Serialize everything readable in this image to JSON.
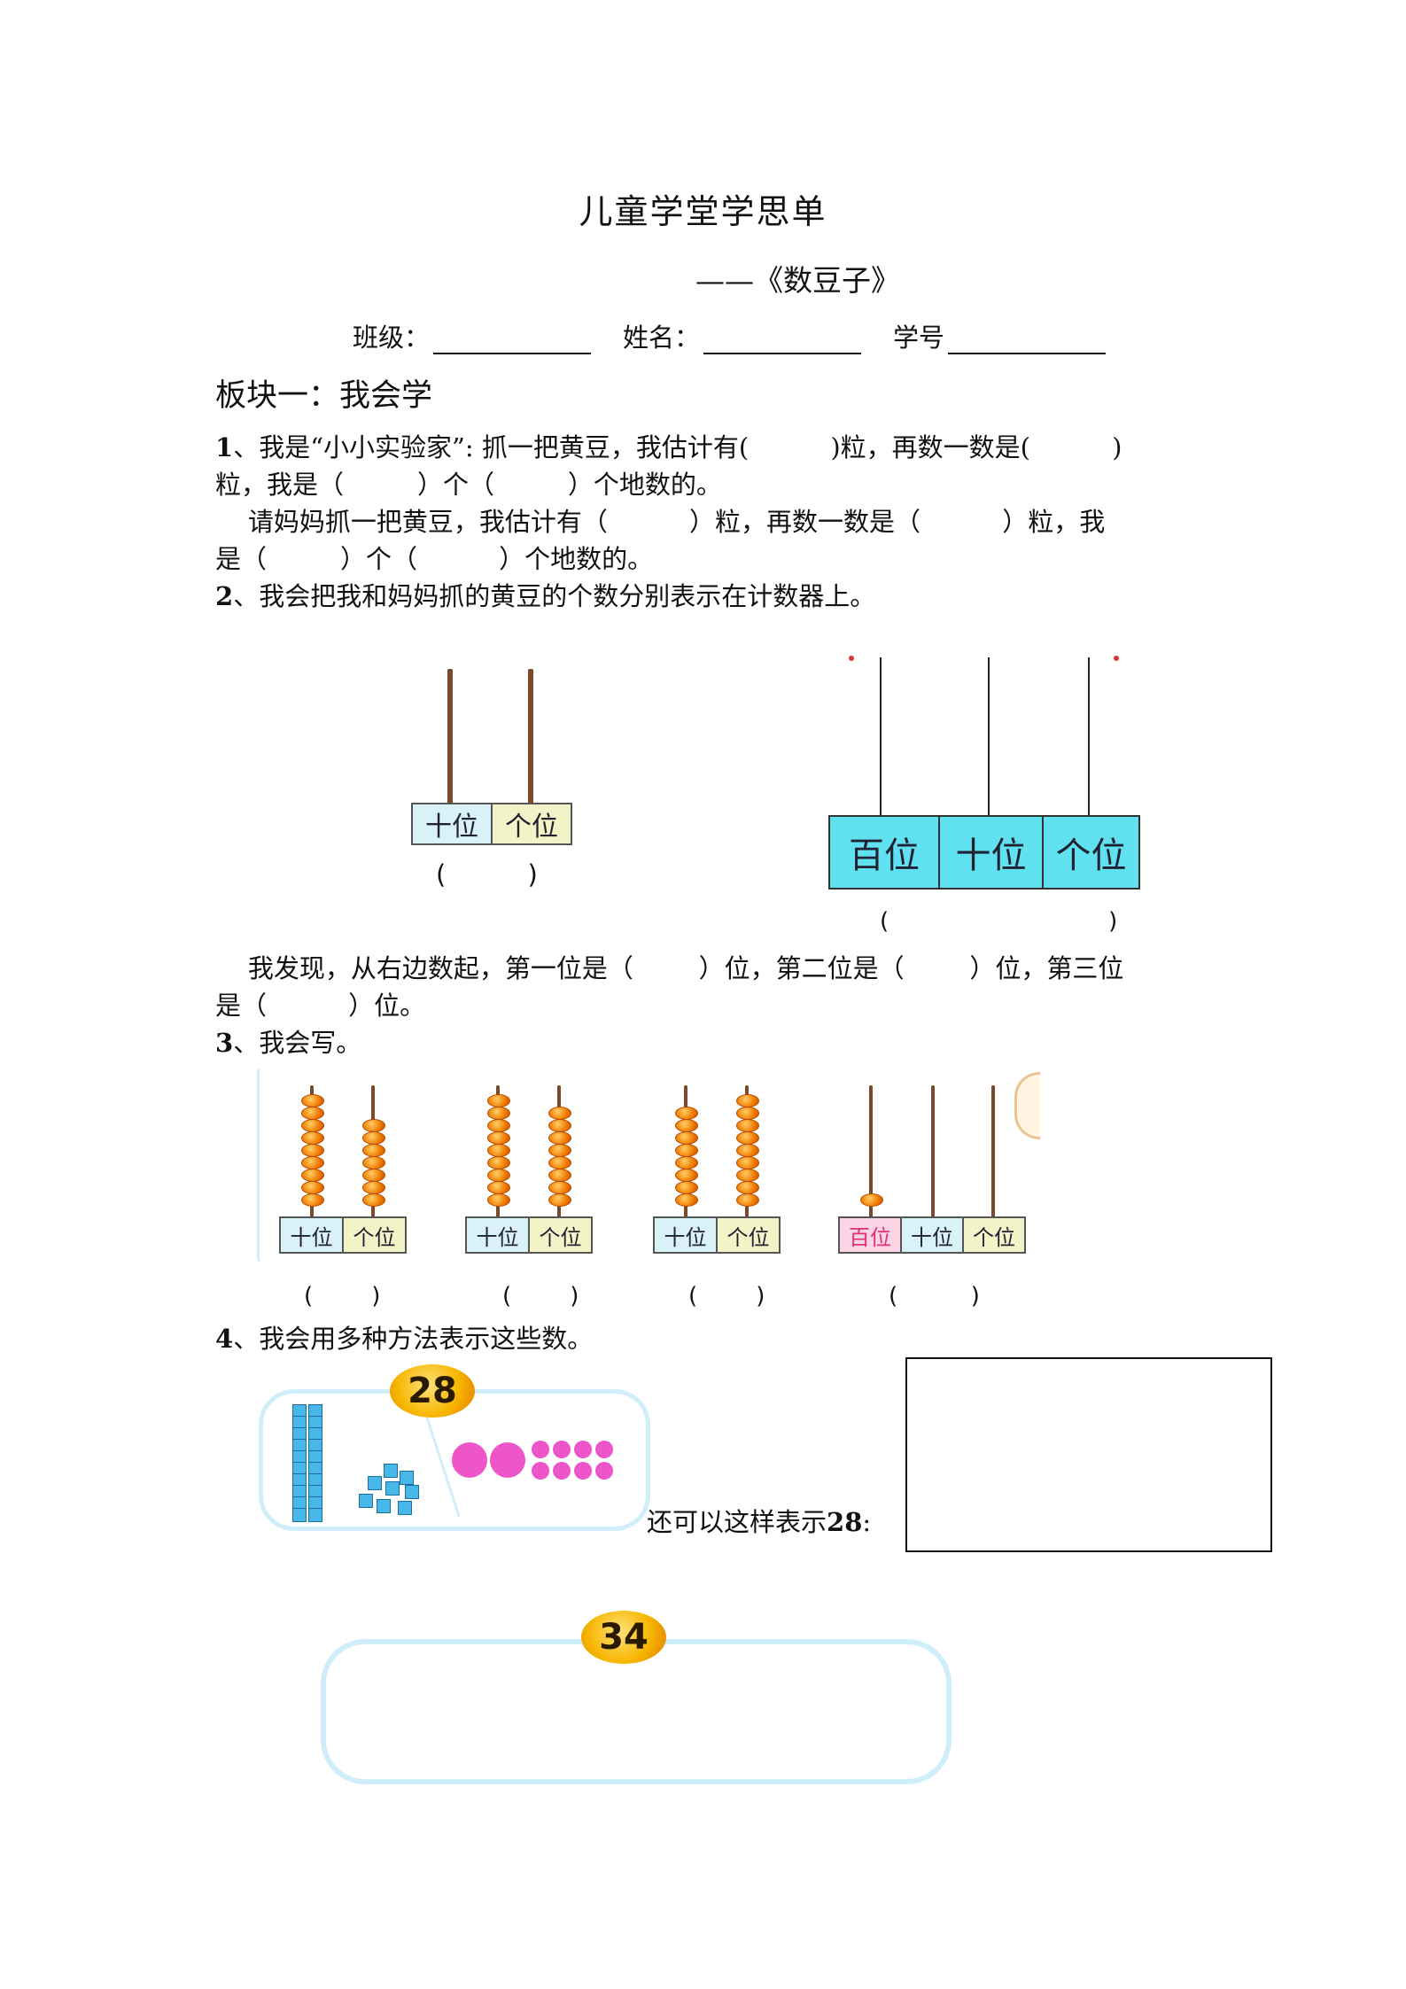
{
  "header": {
    "title": "儿童学堂学思单",
    "subtitle": "——《数豆子》",
    "fields": [
      {
        "label": "班级："
      },
      {
        "label": "姓名："
      },
      {
        "label": "学号"
      }
    ]
  },
  "section1": {
    "title": "板块一：我会学"
  },
  "q1": {
    "num": "1",
    "line1": "、我是“小小实验家”: 抓一把黄豆，我估计有(          )粒，再数一数是(          )",
    "line2": "粒，我是（         ）个（         ）个地数的。",
    "line3": "    请妈妈抓一把黄豆，我估计有（          ）粒，再数一数是（          ）粒，我",
    "line4": "是（         ）个（          ）个地数的。"
  },
  "q2": {
    "num": "2",
    "text": "、我会把我和妈妈抓的黄豆的个数分别表示在计数器上。",
    "frame1_labels": [
      "十位",
      "个位"
    ],
    "frame2_labels": [
      "百位",
      "十位",
      "个位"
    ],
    "paren": "(          )",
    "paren_wide": "(                              )",
    "discover1": "    我发现，从右边数起，第一位是（        ）位，第二位是（        ）位，第三位",
    "discover2": "是（          ）位。"
  },
  "q3": {
    "num": "3",
    "text": "、我会写。",
    "frames": [
      {
        "labels": [
          "十位",
          "个位"
        ],
        "beads": [
          9,
          7
        ]
      },
      {
        "labels": [
          "十位",
          "个位"
        ],
        "beads": [
          9,
          8
        ]
      },
      {
        "labels": [
          "十位",
          "个位"
        ],
        "beads": [
          8,
          9
        ]
      },
      {
        "labels": [
          "百位",
          "十位",
          "个位"
        ],
        "beads": [
          1,
          0,
          0
        ]
      }
    ],
    "paren": "(        )",
    "paren_wide": "(          )"
  },
  "q4": {
    "num": "4",
    "text": "、我会用多种方法表示这些数。",
    "badge1": "28",
    "badge2": "34",
    "also_label": "还可以这样表示",
    "also_num": "28",
    "also_colon": ":"
  }
}
